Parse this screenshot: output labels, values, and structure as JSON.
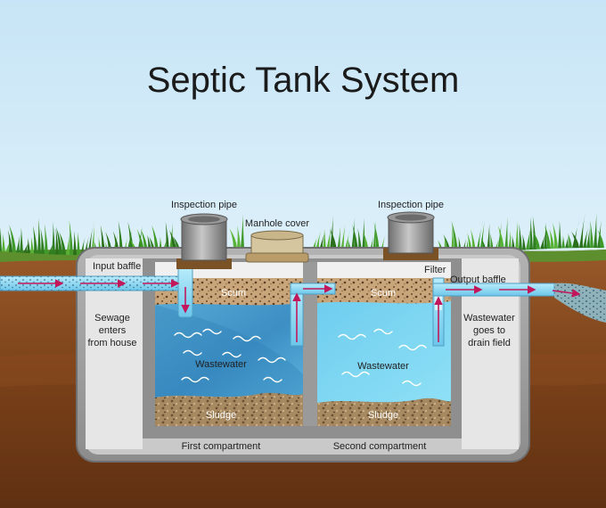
{
  "title": "Septic Tank System",
  "labels": {
    "inspection_pipe_left": "Inspection pipe",
    "inspection_pipe_right": "Inspection pipe",
    "manhole_cover": "Manhole cover",
    "input_baffle": "Input baffle",
    "filter": "Filter",
    "output_baffle": "Output baffle",
    "sewage_line1": "Sewage",
    "sewage_line2": "enters",
    "sewage_line3": "from house",
    "wastewater_out_line1": "Wastewater",
    "wastewater_out_line2": "goes to",
    "wastewater_out_line3": "drain field",
    "scum_1": "Scum",
    "scum_2": "Scum",
    "wastewater_1": "Wastewater",
    "wastewater_2": "Wastewater",
    "sludge_1": "Sludge",
    "sludge_2": "Sludge",
    "first_compartment": "First compartment",
    "second_compartment": "Second compartment"
  },
  "colors": {
    "sky": "#c9e6f6",
    "grass": "#3f9a2a",
    "soil_top": "#8a4c22",
    "soil_bottom": "#6d3716",
    "tank_wall": "#9a9a9a",
    "tank_inner": "#d4d4d4",
    "water_1": "#4a9fcf",
    "water_2": "#7fd2ef",
    "scum": "#d7b48c",
    "sludge": "#a88a62",
    "pipe": "#8fd3ee",
    "arrow": "#c2185b"
  }
}
